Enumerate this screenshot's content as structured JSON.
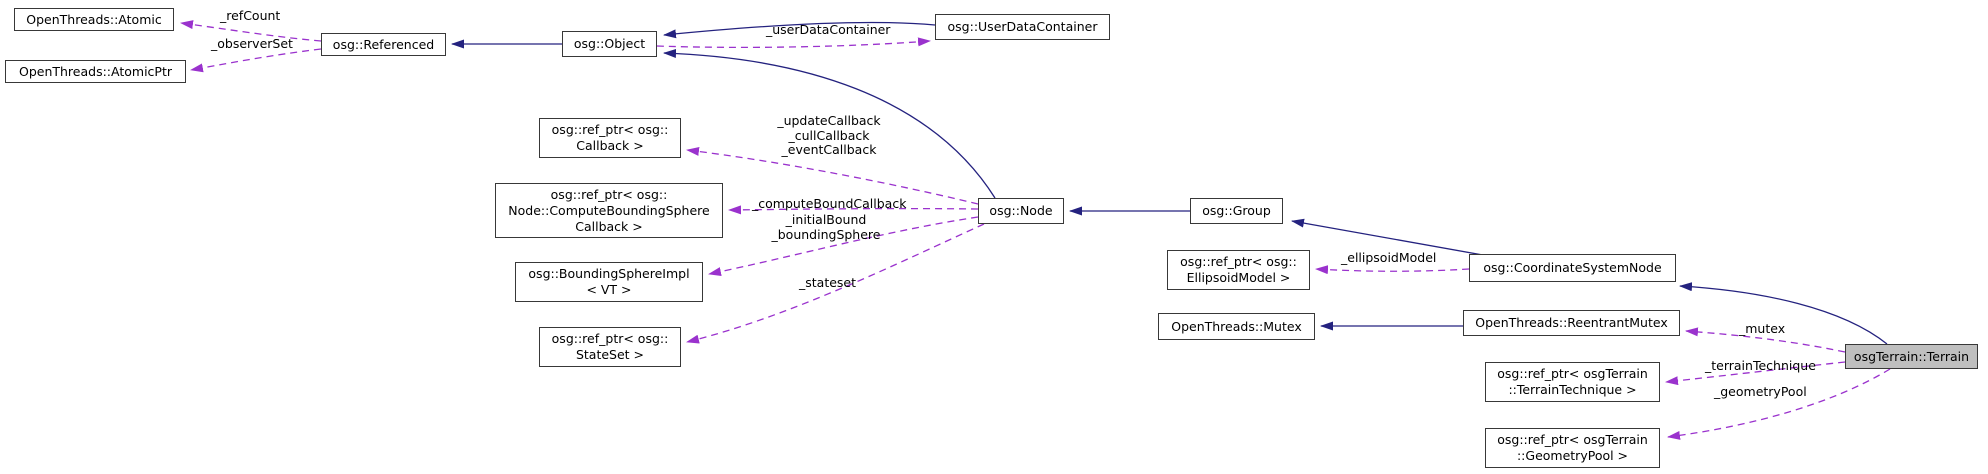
{
  "diagram": {
    "type": "collaboration-graph",
    "focus_class": "osgTerrain::Terrain",
    "colors": {
      "inheritance_edge": "#24227f",
      "usage_edge": "#9a32cd",
      "node_border": "#383838",
      "node_fill": "#ffffff",
      "focus_node_fill": "#bfbfbf",
      "text": "#000000",
      "background": "#ffffff"
    },
    "nodes": {
      "atomic": {
        "label": "OpenThreads::Atomic"
      },
      "atomicptr": {
        "label": "OpenThreads::AtomicPtr"
      },
      "referenced": {
        "label": "osg::Referenced"
      },
      "object": {
        "label": "osg::Object"
      },
      "userdata": {
        "label": "osg::UserDataContainer"
      },
      "refptr_callback": {
        "label": "osg::ref_ptr< osg::\nCallback >"
      },
      "refptr_cbsc": {
        "label": "osg::ref_ptr< osg::\nNode::ComputeBoundingSphere\nCallback >"
      },
      "node": {
        "label": "osg::Node"
      },
      "bsimpl": {
        "label": "osg::BoundingSphereImpl\n< VT >"
      },
      "refptr_stateset": {
        "label": "osg::ref_ptr< osg::\nStateSet >"
      },
      "group": {
        "label": "osg::Group"
      },
      "refptr_ellipsoid": {
        "label": "osg::ref_ptr< osg::\nEllipsoidModel >"
      },
      "csn": {
        "label": "osg::CoordinateSystemNode"
      },
      "mutex": {
        "label": "OpenThreads::Mutex"
      },
      "reentrant": {
        "label": "OpenThreads::ReentrantMutex"
      },
      "terrain": {
        "label": "osgTerrain::Terrain"
      },
      "refptr_technique": {
        "label": "osg::ref_ptr< osgTerrain\n::TerrainTechnique >"
      },
      "refptr_geometrypool": {
        "label": "osg::ref_ptr< osgTerrain\n::GeometryPool >"
      }
    },
    "labels": {
      "refcount": "_refCount",
      "observerset": "_observerSet",
      "userdatacontainer": "_userDataContainer",
      "nodecallbacks": "_updateCallback\n_cullCallback\n_eventCallback",
      "computebound": "_computeBoundCallback",
      "bounds": "_initialBound\n_boundingSphere",
      "stateset": "_stateset",
      "ellipsoidmodel": "_ellipsoidModel",
      "mutex": "_mutex",
      "terraintechnique": "_terrainTechnique",
      "geometrypool": "_geometryPool"
    },
    "edges": [
      {
        "from": "osg::Object",
        "to": "osg::Referenced",
        "type": "inheritance",
        "label": ""
      },
      {
        "from": "osg::UserDataContainer",
        "to": "osg::Object",
        "type": "inheritance",
        "label": ""
      },
      {
        "from": "osg::Node",
        "to": "osg::Object",
        "type": "inheritance",
        "label": ""
      },
      {
        "from": "osg::Group",
        "to": "osg::Node",
        "type": "inheritance",
        "label": ""
      },
      {
        "from": "osg::CoordinateSystemNode",
        "to": "osg::Group",
        "type": "inheritance",
        "label": ""
      },
      {
        "from": "OpenThreads::ReentrantMutex",
        "to": "OpenThreads::Mutex",
        "type": "inheritance",
        "label": ""
      },
      {
        "from": "osgTerrain::Terrain",
        "to": "osg::CoordinateSystemNode",
        "type": "inheritance",
        "label": ""
      },
      {
        "from": "osg::Referenced",
        "to": "OpenThreads::Atomic",
        "type": "usage",
        "label": "_refCount"
      },
      {
        "from": "osg::Referenced",
        "to": "OpenThreads::AtomicPtr",
        "type": "usage",
        "label": "_observerSet"
      },
      {
        "from": "osg::Object",
        "to": "osg::UserDataContainer",
        "type": "usage",
        "label": "_userDataContainer"
      },
      {
        "from": "osg::Node",
        "to": "osg::ref_ptr< osg::Callback >",
        "type": "usage",
        "label": "_updateCallback _cullCallback _eventCallback"
      },
      {
        "from": "osg::Node",
        "to": "osg::ref_ptr< osg::Node::ComputeBoundingSphereCallback >",
        "type": "usage",
        "label": "_computeBoundCallback"
      },
      {
        "from": "osg::Node",
        "to": "osg::BoundingSphereImpl< VT >",
        "type": "usage",
        "label": "_initialBound _boundingSphere"
      },
      {
        "from": "osg::Node",
        "to": "osg::ref_ptr< osg::StateSet >",
        "type": "usage",
        "label": "_stateset"
      },
      {
        "from": "osg::CoordinateSystemNode",
        "to": "osg::ref_ptr< osg::EllipsoidModel >",
        "type": "usage",
        "label": "_ellipsoidModel"
      },
      {
        "from": "osgTerrain::Terrain",
        "to": "OpenThreads::ReentrantMutex",
        "type": "usage",
        "label": "_mutex"
      },
      {
        "from": "osgTerrain::Terrain",
        "to": "osg::ref_ptr< osgTerrain::TerrainTechnique >",
        "type": "usage",
        "label": "_terrainTechnique"
      },
      {
        "from": "osgTerrain::Terrain",
        "to": "osg::ref_ptr< osgTerrain::GeometryPool >",
        "type": "usage",
        "label": "_geometryPool"
      }
    ]
  }
}
